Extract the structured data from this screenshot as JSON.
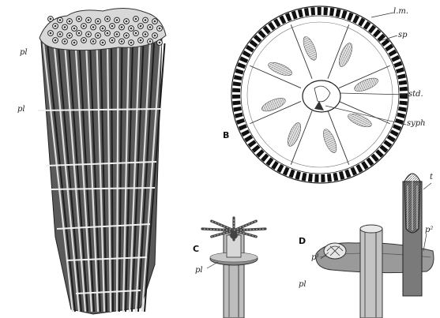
{
  "figure": {
    "panel_labels": {
      "b": "B",
      "c": "C",
      "d": "D"
    },
    "labels": {
      "pl_top": "pl",
      "pl_mid": "pl",
      "lm": "l.m.",
      "sp": "sp",
      "std": "std.",
      "syph": "syph",
      "pl_c": "pl",
      "p1": "p¹",
      "pl_d": "pl",
      "t": "t",
      "p2": "p²"
    }
  }
}
